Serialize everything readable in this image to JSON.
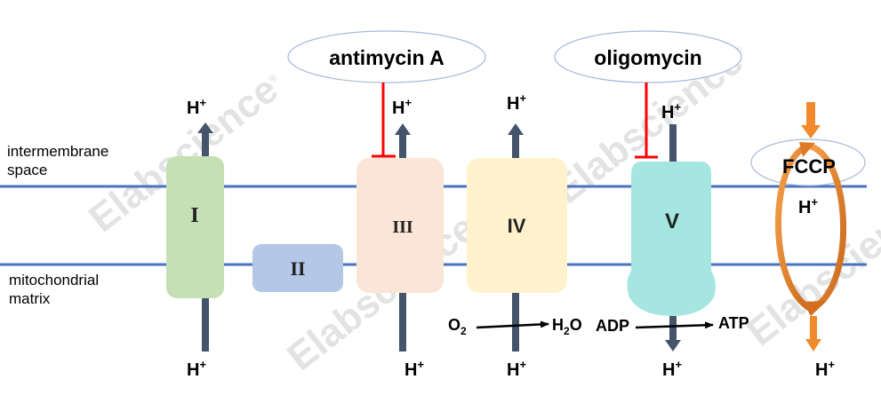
{
  "labels": {
    "intermembrane_line1": "intermembrane",
    "intermembrane_line2": "space",
    "matrix_line1": "mitochondrial",
    "matrix_line2": "matrix"
  },
  "complexes": {
    "I": "I",
    "II": "II",
    "III": "III",
    "IV": "IV",
    "V": "V"
  },
  "inhibitors": {
    "antimycin": "antimycin A",
    "oligomycin": "oligomycin",
    "fccp": "FCCP"
  },
  "proton": {
    "base": "H",
    "charge": "+"
  },
  "reactions": {
    "o2": "O",
    "o2_sub": "2",
    "h2o_h": "H",
    "h2o_sub": "2",
    "h2o_o": "O",
    "adp": "ADP",
    "atp": "ATP"
  },
  "watermark": {
    "text": "Elabscience",
    "mark": "®"
  },
  "colors": {
    "membrane": "#4a72c0",
    "arrow": "#44546a",
    "inhibitor": "#ff0000",
    "fccp_arrow": "#f08a2c",
    "complex_I": "#c5e0b4",
    "complex_II": "#b4c7e7",
    "complex_III": "#fbe5d6",
    "complex_IV": "#fff2cc",
    "complex_V": "#a6e6e0"
  }
}
